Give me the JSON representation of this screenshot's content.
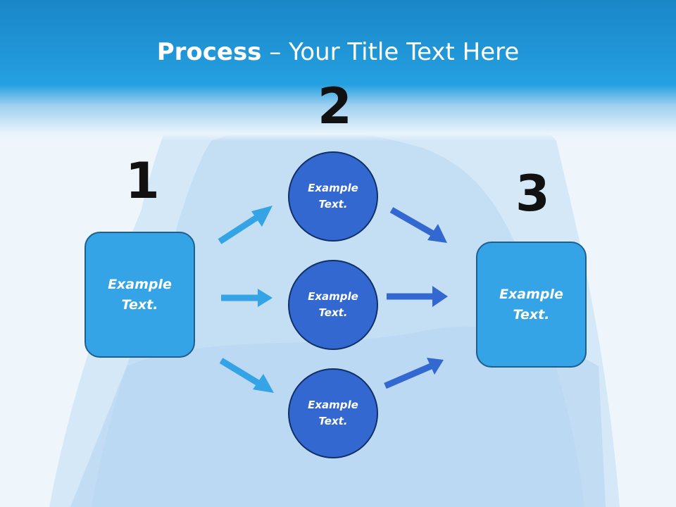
{
  "slide": {
    "title_bold": "Process",
    "title_rest": " – Your Title Text Here",
    "step_numbers": [
      "1",
      "2",
      "3"
    ],
    "left_box": "Example Text.",
    "circles": [
      "Example Text.",
      "Example Text.",
      "Example Text."
    ],
    "right_box": "Example Text."
  },
  "colors": {
    "title_bar": "#1a86c8",
    "box_fill": "#35a4e6",
    "circle_fill": "#3368d0",
    "arrow_light": "#35a4e6",
    "arrow_dark": "#3368d0"
  }
}
